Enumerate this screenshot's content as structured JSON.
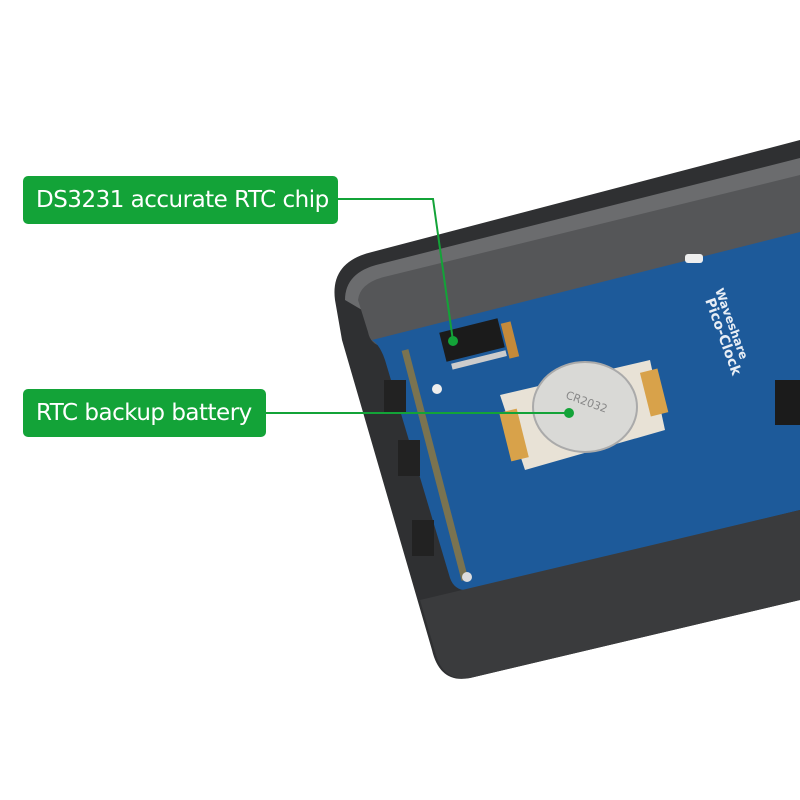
{
  "callouts": [
    {
      "label": "DS3231 accurate RTC chip",
      "target": "rtc-chip"
    },
    {
      "label": "RTC backup battery",
      "target": "coin-cell-battery"
    }
  ],
  "board_printing": {
    "brand": "Waveshare",
    "model": "Pico-Clock",
    "battery": "CR2032"
  },
  "colors": {
    "callout_green": "#13a338",
    "pcb_blue": "#1d5a9a",
    "case_gray": "#3a3b3d"
  }
}
